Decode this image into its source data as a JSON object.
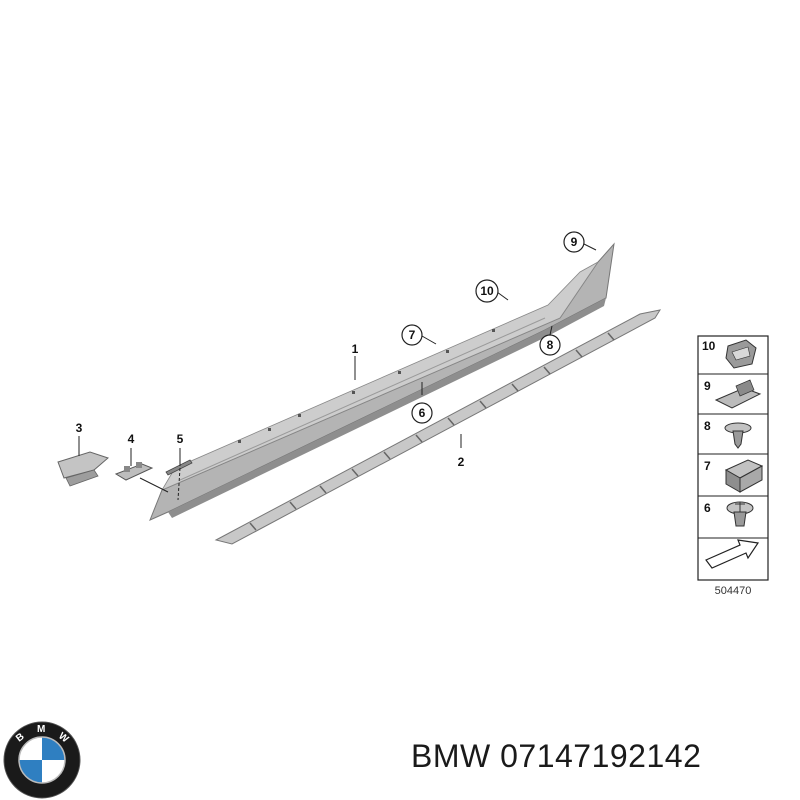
{
  "diagram": {
    "callouts": [
      "1",
      "2",
      "3",
      "4",
      "5",
      "6",
      "7",
      "8",
      "9",
      "10"
    ],
    "legend": [
      "10",
      "9",
      "8",
      "7",
      "6"
    ],
    "diagram_code": "504470"
  },
  "caption": {
    "brand": "BMW",
    "part_number": "07147192142"
  },
  "logo": {
    "letters": "BMW",
    "colors": {
      "blue": "#2f7fc1",
      "white": "#ffffff",
      "ring": "#111111"
    }
  }
}
